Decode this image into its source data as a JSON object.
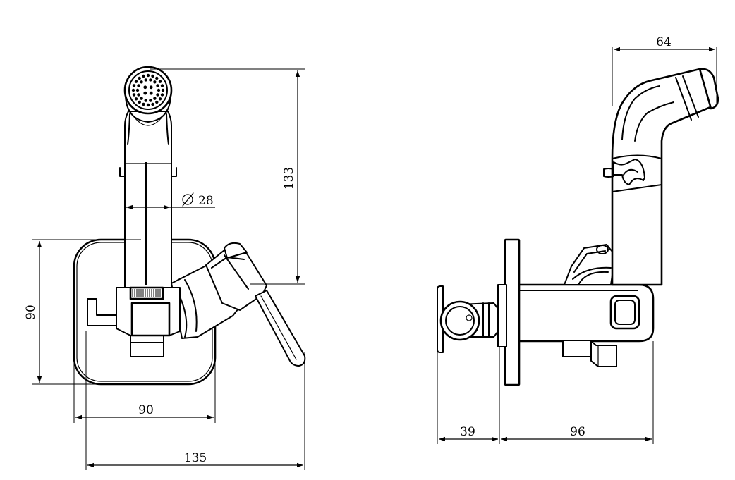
{
  "dimensions": {
    "front_height_plate": "90",
    "front_width_plate": "90",
    "front_width_total": "135",
    "front_height_spout": "133",
    "front_diameter": "28",
    "side_width_head": "64",
    "side_depth_mount": "39",
    "side_depth_body": "96"
  }
}
